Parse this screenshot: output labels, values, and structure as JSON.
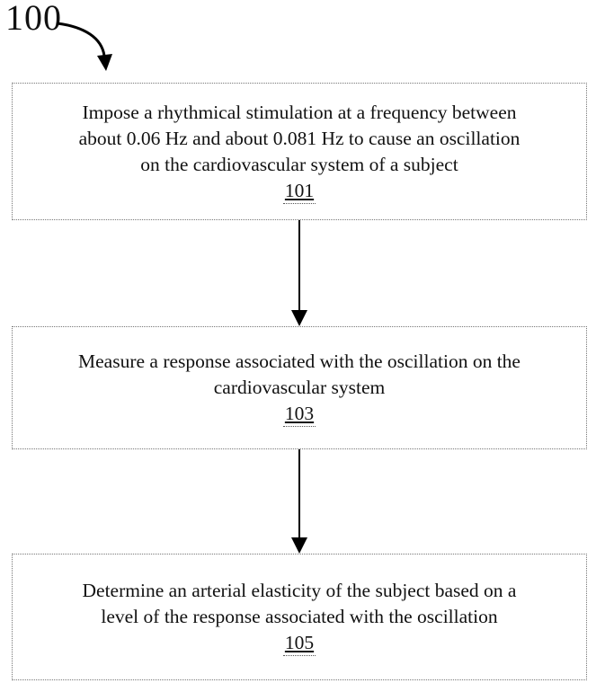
{
  "figure": {
    "label": "100"
  },
  "flowchart": {
    "boxes": [
      {
        "lines": [
          "Impose a rhythmical stimulation at a frequency between",
          "about 0.06 Hz and about 0.081 Hz to cause an oscillation",
          "on the cardiovascular system of a subject"
        ],
        "ref": "101"
      },
      {
        "lines": [
          "Measure a response associated with the oscillation on the",
          "cardiovascular system"
        ],
        "ref": "103"
      },
      {
        "lines": [
          "Determine an arterial elasticity of the subject based on a",
          "level of the response associated with the oscillation"
        ],
        "ref": "105"
      }
    ]
  },
  "colors": {
    "text": "#111111",
    "box_border": "#777777",
    "arrow": "#000000",
    "background": "#ffffff"
  }
}
